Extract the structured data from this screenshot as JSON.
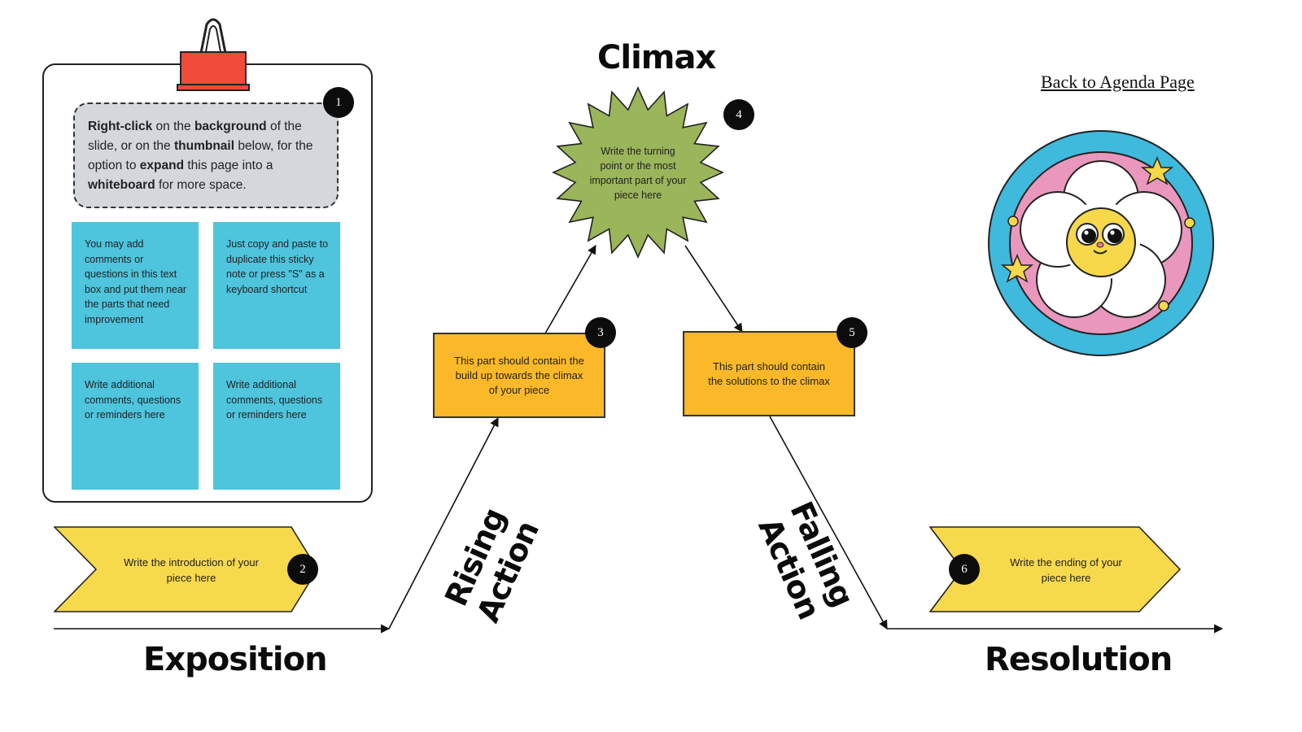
{
  "header": {
    "climax_title": "Climax",
    "back_link": "Back to Agenda Page"
  },
  "clipboard": {
    "info": {
      "part1_bold": "Right-click",
      "part2": " on the ",
      "part3_bold": "background",
      "part4": " of the slide, or on the ",
      "part5_bold": "thumbnail",
      "part6": " below, for the option to ",
      "part7_bold": "expand",
      "part8": " this page into a ",
      "part9_bold": "whiteboard",
      "part10": " for more space."
    },
    "badge": "1",
    "stickies": [
      "You may add comments or questions in this text box and put them near the parts that need improvement",
      "Just copy and paste to duplicate this sticky note or press \"S\" as a keyboard shortcut",
      "Write additional comments, questions or reminders here",
      "Write additional comments, questions or reminders here"
    ]
  },
  "steps": {
    "exposition": {
      "badge": "2",
      "text": "Write the introduction of your piece here",
      "label": "Exposition"
    },
    "rising": {
      "badge": "3",
      "text": "This part should contain the build up towards the climax of your piece",
      "label": "Rising Action"
    },
    "climax": {
      "badge": "4",
      "text": "Write the turning point or the most important part of your piece here"
    },
    "falling": {
      "badge": "5",
      "text": "This part should contain the solutions to the climax",
      "label": "Falling Action"
    },
    "resolution": {
      "badge": "6",
      "text": "Write the ending of your piece here",
      "label": "Resolution"
    }
  },
  "colors": {
    "sticky_blue": "#4ec4dd",
    "orange_note": "#fbb828",
    "yellow_arrow": "#f7d94c",
    "starburst_green": "#9bb55a",
    "clip_red": "#f04a3a",
    "circle_blue": "#3fb9dc",
    "circle_pink": "#ea97bd"
  }
}
